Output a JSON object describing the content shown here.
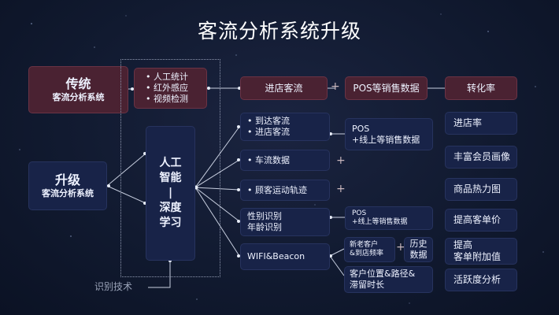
{
  "title": "客流分析系统升级",
  "traditional": {
    "line1": "传统",
    "line2": "客流分析系统"
  },
  "upgraded": {
    "line1": "升级",
    "line2": "客流分析系统"
  },
  "traditional_methods": [
    "人工统计",
    "红外感应",
    "视频检测"
  ],
  "ai_box": [
    "人工",
    "智能",
    "|",
    "深度",
    "学习"
  ],
  "recognition_label": "识别技术",
  "top_row": {
    "a": "进店客流",
    "plus": "+",
    "b": "POS等销售数据",
    "c": "转化率"
  },
  "mid_items": {
    "m1_l1": "到达客流",
    "m1_l2": "进店客流",
    "m2": "车流数据",
    "m3": "顾客运动轨迹",
    "m4_l1": "性别识别",
    "m4_l2": "年龄识别",
    "m5": "WIFI&Beacon"
  },
  "pos1": {
    "l1": "POS",
    "l2": "+线上等销售数据"
  },
  "pos2": {
    "l1": "POS",
    "l2": "+线上等销售数据"
  },
  "wifi_sub": {
    "new_l1": "新老客户",
    "new_l2": "&到店频率",
    "plus": "+",
    "hist_l1": "历史",
    "hist_l2": "数据",
    "pos_l1": "客户位置&路径&",
    "pos_l2": "滞留时长"
  },
  "plus": "+",
  "outputs": {
    "o1": "进店率",
    "o2": "丰富会员画像",
    "o3": "商品热力图",
    "o4": "提高客单价",
    "o5_l1": "提高",
    "o5_l2": "客单附加值",
    "o6": "活跃度分析"
  },
  "colors": {
    "navy": "#182348",
    "maroon": "#4a2232",
    "line": "#c8cfe0",
    "background": "#111a30"
  },
  "icons": {
    "bullet": "bullet-dot-icon"
  }
}
